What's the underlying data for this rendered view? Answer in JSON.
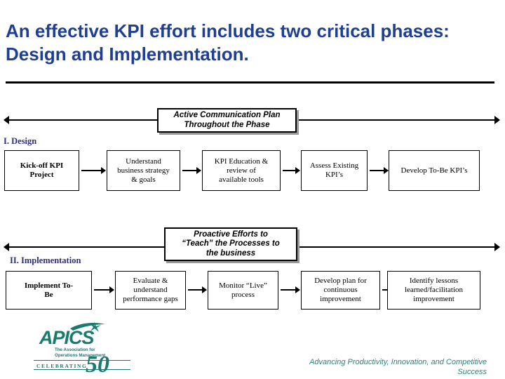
{
  "slide": {
    "title": "An effective KPI effort includes two critical phases: Design and Implementation.",
    "accent_blue": "#1f3f93",
    "phase_label_color": "#2d2d7a",
    "teal": "#2d7f7a"
  },
  "banners": [
    {
      "name": "active-communication-plan",
      "line1": "Active Communication Plan",
      "line2": "Throughout the Phase",
      "line3": ""
    },
    {
      "name": "proactive-efforts",
      "line1": "Proactive Efforts to",
      "line2": "“Teach” the Processes to",
      "line3": "the business"
    }
  ],
  "phases": [
    {
      "label": "I.  Design",
      "steps": [
        {
          "lines": [
            "Kick-off KPI",
            "Project"
          ],
          "bold": true
        },
        {
          "lines": [
            "Understand",
            "business strategy",
            "& goals"
          ],
          "bold": false
        },
        {
          "lines": [
            "KPI Education &",
            "review of",
            "available tools"
          ],
          "bold": false
        },
        {
          "lines": [
            "Assess Existing",
            "KPI’s"
          ],
          "bold": false
        },
        {
          "lines": [
            "Develop To-Be KPI’s"
          ],
          "bold": false
        }
      ]
    },
    {
      "label": "II.  Implementation",
      "steps": [
        {
          "lines": [
            "Implement    To-",
            "Be"
          ],
          "bold": true
        },
        {
          "lines": [
            "Evaluate &",
            "understand",
            "performance gaps"
          ],
          "bold": false
        },
        {
          "lines": [
            "Monitor “Live”",
            "process"
          ],
          "bold": false
        },
        {
          "lines": [
            "Develop plan for",
            "continuous",
            "improvement"
          ],
          "bold": false
        },
        {
          "lines": [
            "Identify lessons",
            "learned/facilitation",
            "improvement"
          ],
          "bold": false
        }
      ]
    }
  ],
  "logo": {
    "wordmark": "APICS",
    "tagline_line1": "The Association for",
    "tagline_line2": "Operations Management",
    "celebrating": "CELEBRATING",
    "anniversary": "50"
  },
  "footer": {
    "line1": "Advancing Productivity, Innovation, and Competitive",
    "line2": "Success"
  }
}
